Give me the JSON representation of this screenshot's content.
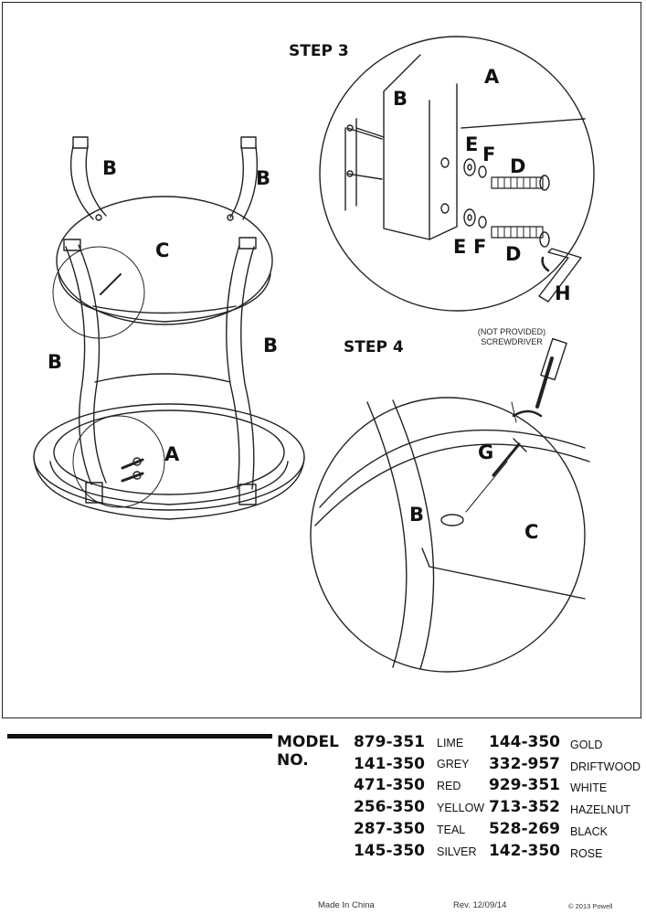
{
  "steps": {
    "step3": "STEP 3",
    "step4": "STEP 4"
  },
  "part_labels": {
    "a": "A",
    "b": "B",
    "c": "C",
    "d": "D",
    "e": "E",
    "f": "F",
    "g": "G",
    "h": "H"
  },
  "screwdriver_note": {
    "line1": "(NOT PROVIDED)",
    "line2": "SCREWDRIVER"
  },
  "models": {
    "header_label": "MODEL NO.",
    "rows": [
      {
        "left_num": "879-351",
        "left_color": "LIME",
        "right_num": "144-350",
        "right_color": "GOLD"
      },
      {
        "left_num": "141-350",
        "left_color": "GREY",
        "right_num": "332-957",
        "right_color": "DRIFTWOOD"
      },
      {
        "left_num": "471-350",
        "left_color": "RED",
        "right_num": "929-351",
        "right_color": "WHITE"
      },
      {
        "left_num": "256-350",
        "left_color": "YELLOW",
        "right_num": "713-352",
        "right_color": "HAZELNUT"
      },
      {
        "left_num": "287-350",
        "left_color": "TEAL",
        "right_num": "528-269",
        "right_color": "BLACK"
      },
      {
        "left_num": "145-350",
        "left_color": "SILVER",
        "right_num": "142-350",
        "right_color": "ROSE"
      }
    ]
  },
  "footer": {
    "made_in": "Made In China",
    "revision": "Rev. 12/09/14",
    "copyright": "© 2013 Powell"
  }
}
